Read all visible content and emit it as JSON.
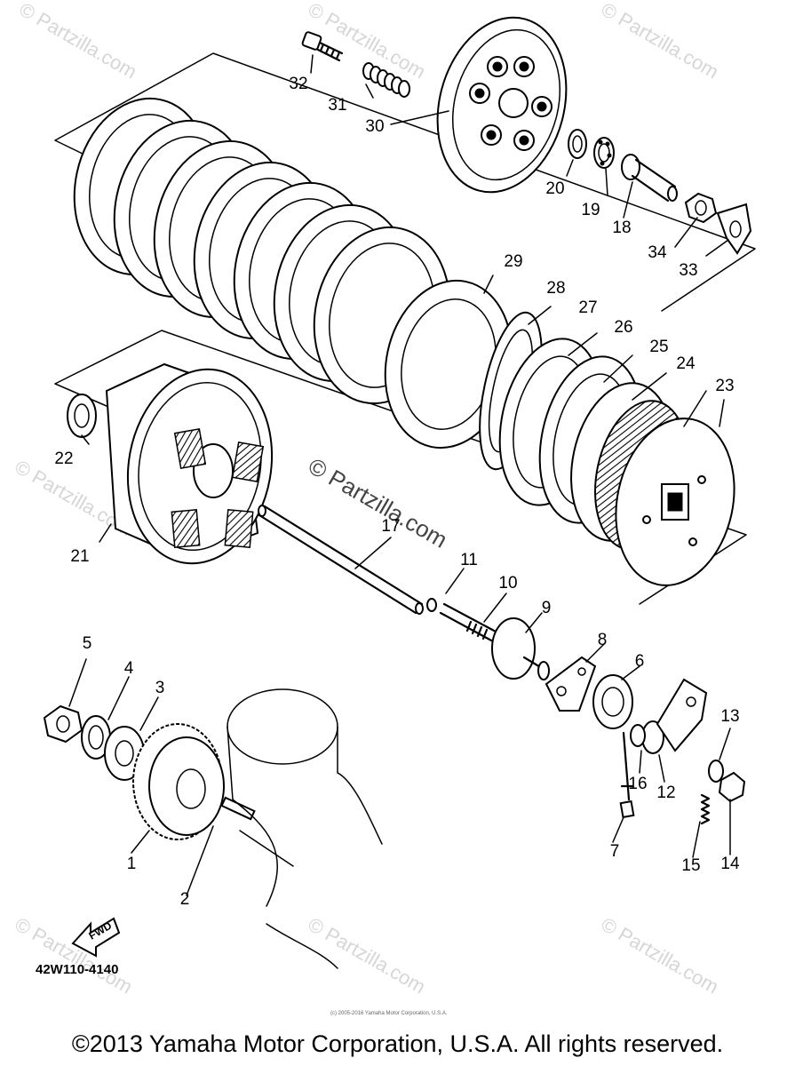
{
  "diagram": {
    "part_numbers": [
      "1",
      "2",
      "3",
      "4",
      "5",
      "6",
      "7",
      "8",
      "9",
      "10",
      "11",
      "12",
      "13",
      "14",
      "15",
      "16",
      "17",
      "18",
      "19",
      "20",
      "21",
      "22",
      "23",
      "24",
      "25",
      "26",
      "27",
      "28",
      "29",
      "30",
      "31",
      "32",
      "33",
      "34"
    ],
    "diagram_code": "42W110-4140",
    "fwd_label": "FWD"
  },
  "watermark": {
    "text": "© Partzilla.com",
    "center_text": "© Partzilla.com"
  },
  "footer": {
    "small_print": "(c) 2005-2016 Yamaha Motor Corporation, U.S.A.",
    "copyright": "©2013 Yamaha Motor Corporation, U.S.A. All rights reserved."
  }
}
